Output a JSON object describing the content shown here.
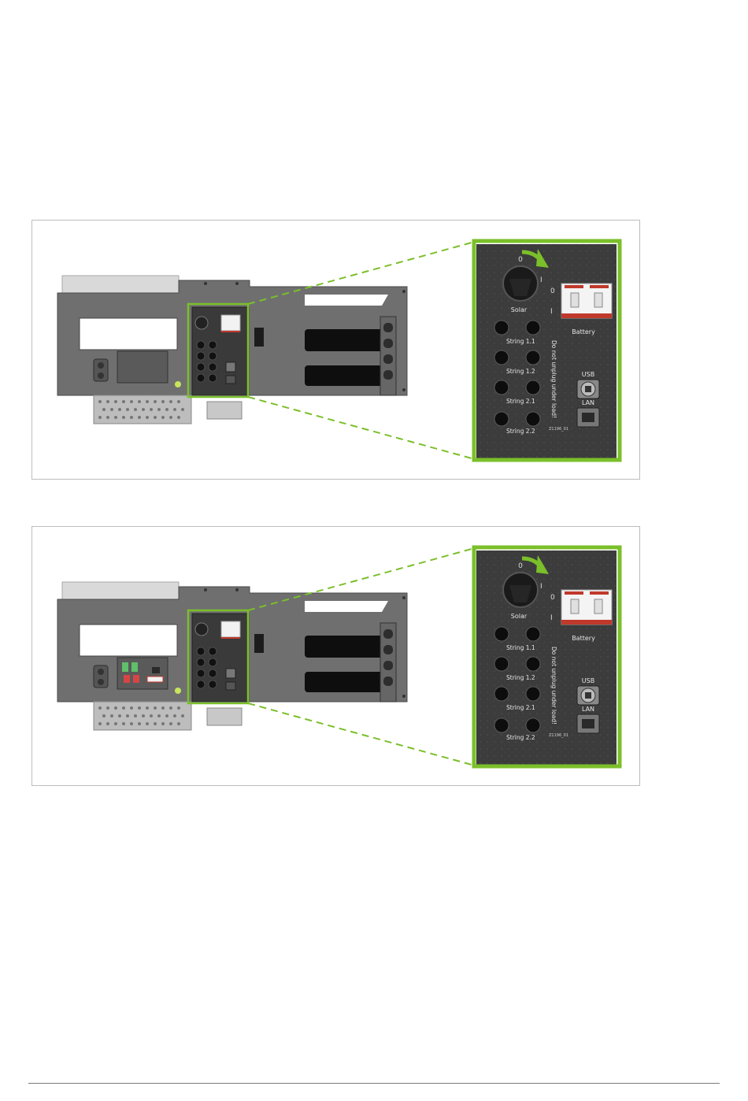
{
  "figures": [
    {
      "id": "figure-1",
      "variant": "standard",
      "labels": {
        "switch_off": "0",
        "switch_on": "I",
        "solar": "Solar",
        "battery": "Battery",
        "breaker_off": "0",
        "breaker_on": "I",
        "string_1_1": "String 1.1",
        "string_1_2": "String 1.2",
        "string_2_1": "String 2.1",
        "string_2_2": "String 2.2",
        "warning": "Do not unplug under load!",
        "usb": "USB",
        "lan": "LAN",
        "image_code": "Z1196_01"
      }
    },
    {
      "id": "figure-2",
      "variant": "extended",
      "labels": {
        "switch_off": "0",
        "switch_on": "I",
        "solar": "Solar",
        "battery": "Battery",
        "breaker_off": "0",
        "breaker_on": "I",
        "string_1_1": "String 1.1",
        "string_1_2": "String 1.2",
        "string_2_1": "String 2.1",
        "string_2_2": "String 2.2",
        "warning": "Do not unplug under load!",
        "usb": "USB",
        "lan": "LAN",
        "image_code": "Z1196_01"
      }
    }
  ],
  "colors": {
    "highlight_green": "#7bbf2a",
    "housing_gray": "#6b6b6b",
    "panel_dark": "#3a3a3a"
  }
}
